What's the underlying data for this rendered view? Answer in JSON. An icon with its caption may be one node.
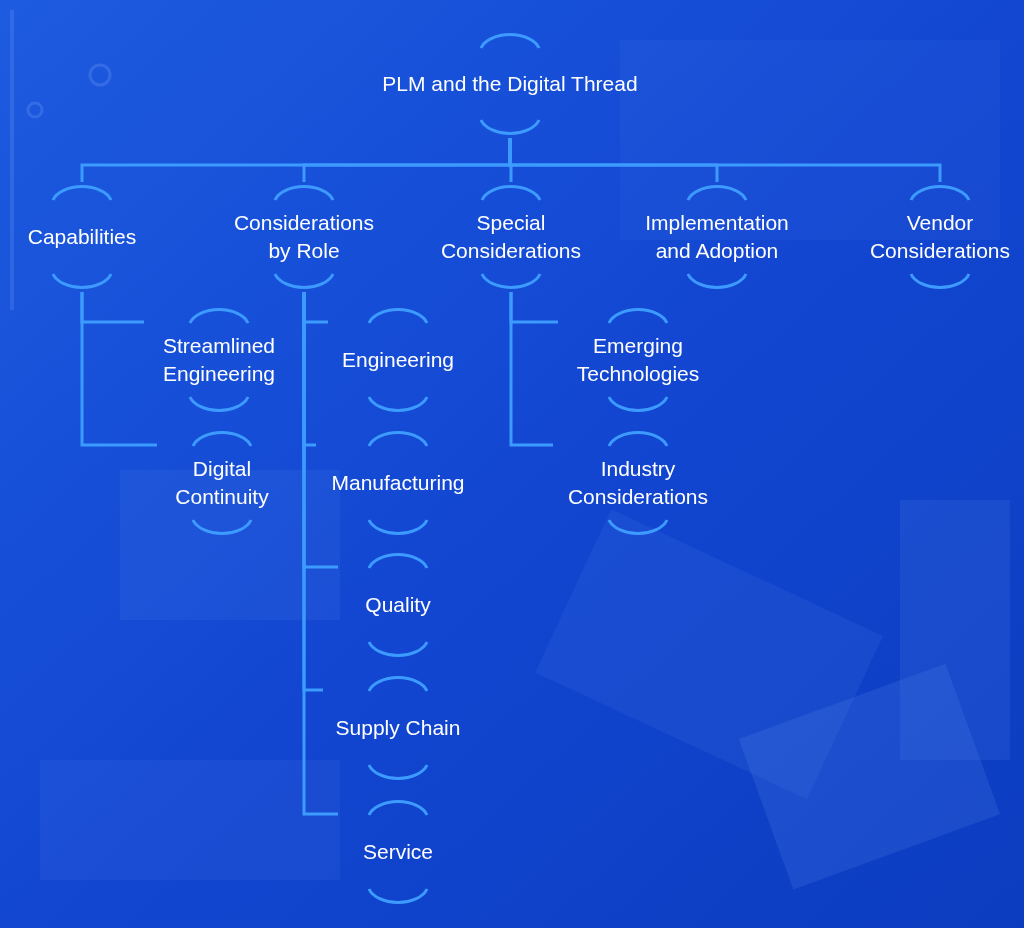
{
  "diagram": {
    "nodes": [
      {
        "text": [
          "PLM and the Digital Thread"
        ]
      },
      {
        "text": [
          "Capabilities"
        ]
      },
      {
        "text": [
          "Considerations by Role"
        ]
      },
      {
        "text": [
          "Special Considerations"
        ]
      },
      {
        "text": [
          "Implementation and Adoption"
        ]
      },
      {
        "text": [
          "Vendor Considerations"
        ]
      },
      {
        "text": [
          "Streamlined Engineering"
        ]
      },
      {
        "text": [
          "Digital Continuity"
        ]
      },
      {
        "text": [
          "Engineering"
        ]
      },
      {
        "text": [
          "Manufacturing"
        ]
      },
      {
        "text": [
          "Quality"
        ]
      },
      {
        "text": [
          "Supply Chain"
        ]
      },
      {
        "text": [
          "Service"
        ]
      },
      {
        "text": [
          "Emerging Technologies"
        ]
      },
      {
        "text": [
          "Industry Considerations"
        ]
      }
    ],
    "edges": [
      {
        "from": 0,
        "to": 1,
        "arrow": "none"
      },
      {
        "from": 0,
        "to": 2,
        "arrow": "none"
      },
      {
        "from": 0,
        "to": 3,
        "arrow": "none"
      },
      {
        "from": 0,
        "to": 4,
        "arrow": "none"
      },
      {
        "from": 0,
        "to": 5,
        "arrow": "none"
      },
      {
        "from": 1,
        "to": 6,
        "arrow": "none"
      },
      {
        "from": 1,
        "to": 7,
        "arrow": "none"
      },
      {
        "from": 2,
        "to": 8,
        "arrow": "none"
      },
      {
        "from": 2,
        "to": 9,
        "arrow": "none"
      },
      {
        "from": 2,
        "to": 10,
        "arrow": "none"
      },
      {
        "from": 2,
        "to": 11,
        "arrow": "none"
      },
      {
        "from": 2,
        "to": 12,
        "arrow": "none"
      },
      {
        "from": 3,
        "to": 13,
        "arrow": "none"
      },
      {
        "from": 3,
        "to": 14,
        "arrow": "none"
      }
    ]
  }
}
